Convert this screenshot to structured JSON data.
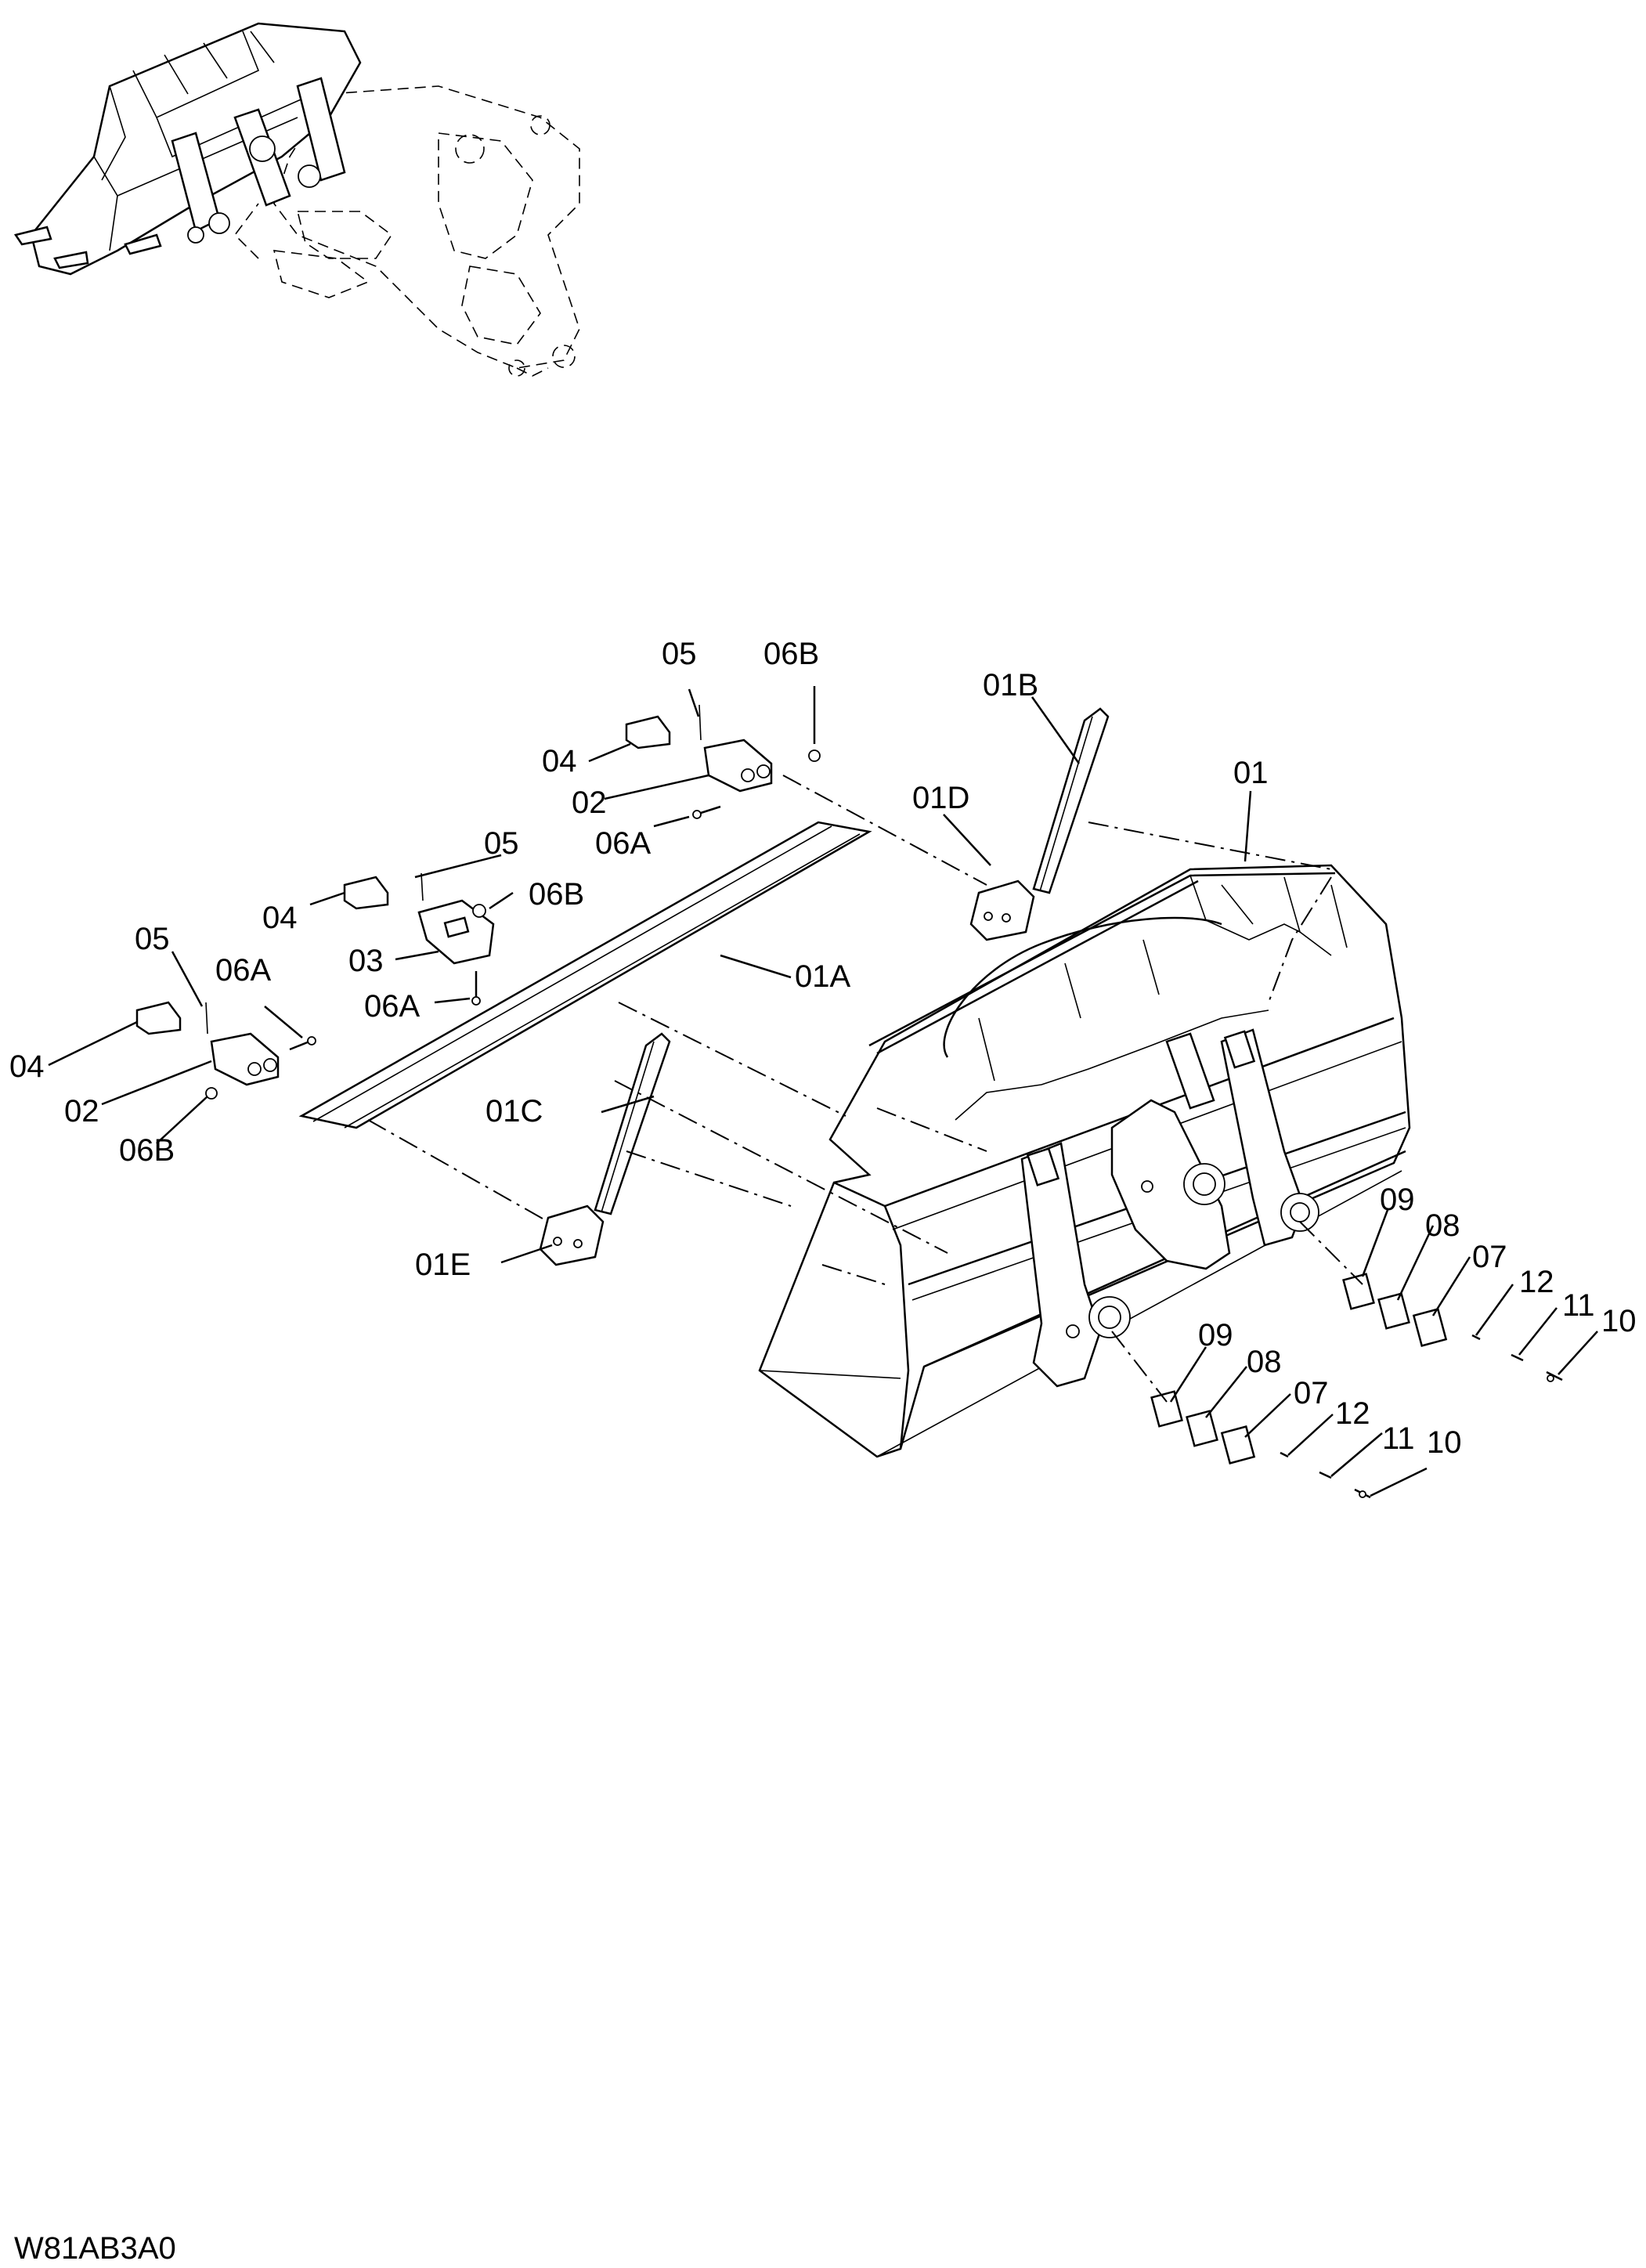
{
  "drawing_code": "W81AB3A0",
  "part_labels": {
    "p01": "01",
    "p01a": "01A",
    "p01b": "01B",
    "p01c": "01C",
    "p01d": "01D",
    "p01e": "01E",
    "p02_upper": "02",
    "p02_lower": "02",
    "p03": "03",
    "p04_upper": "04",
    "p04_middle": "04",
    "p04_lower": "04",
    "p05_upper": "05",
    "p05_middle": "05",
    "p05_lower": "05",
    "p06a_upper": "06A",
    "p06a_middle": "06A",
    "p06a_lower": "06A",
    "p06b_upper": "06B",
    "p06b_middle": "06B",
    "p06b_lower": "06B",
    "p07_right": "07",
    "p07_left": "07",
    "p08_right": "08",
    "p08_left": "08",
    "p09_right": "09",
    "p09_left": "09",
    "p10_right": "10",
    "p10_left": "10",
    "p11_right": "11",
    "p11_left": "11",
    "p12_right": "12",
    "p12_left": "12"
  }
}
